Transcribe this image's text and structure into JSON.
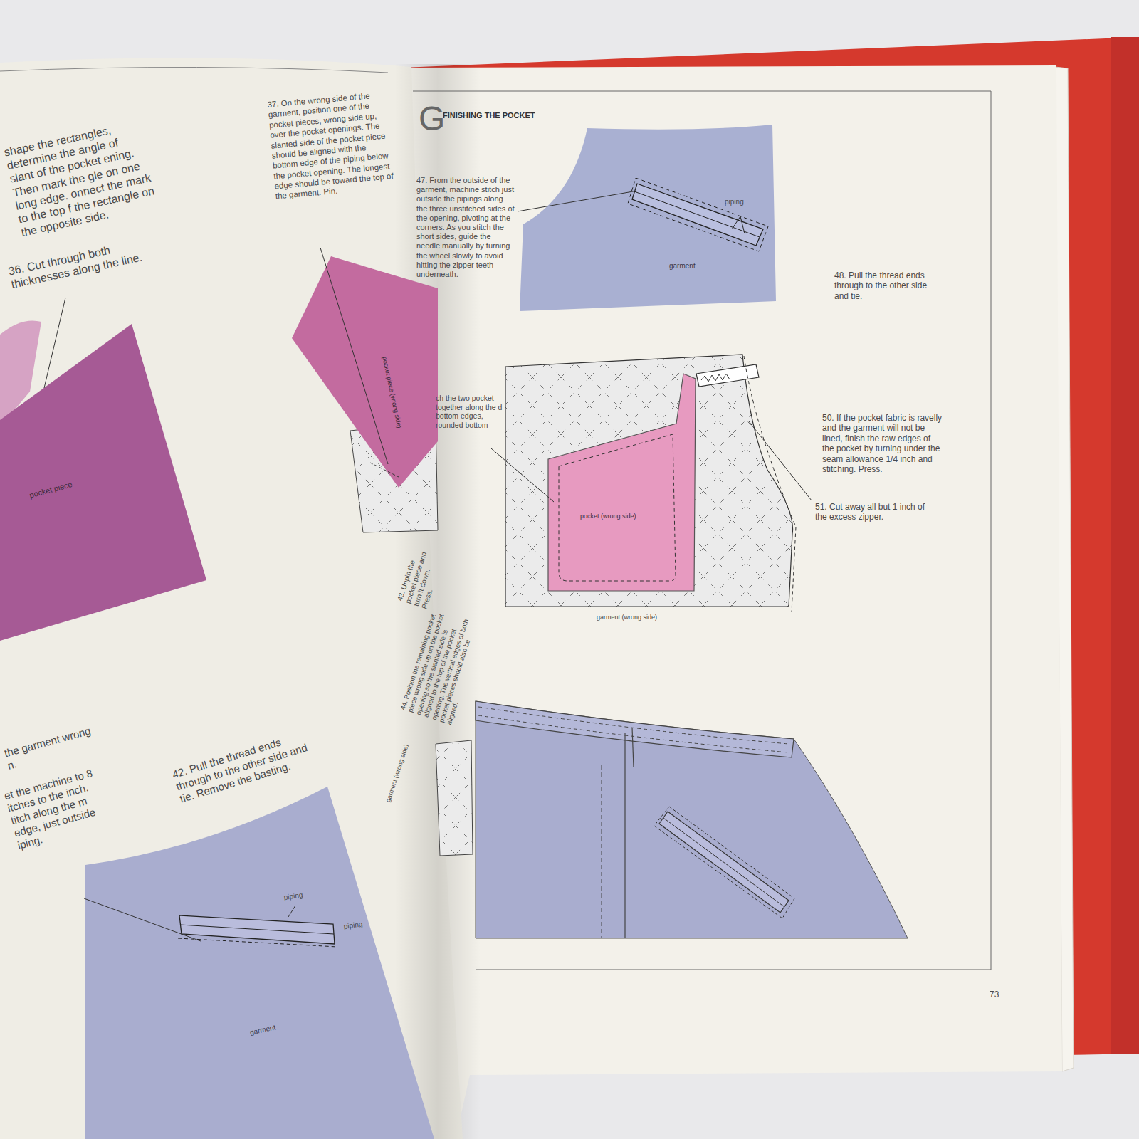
{
  "diagram": {
    "nodes": [
      {
        "text": [
          "pocket piece"
        ]
      },
      {
        "text": [
          "pocket piece (wrong side)"
        ]
      },
      {
        "text": [
          "garment"
        ]
      },
      {
        "text": [
          "garment"
        ]
      },
      {
        "text": [
          "garment (wrong side)"
        ]
      },
      {
        "text": [
          "pocket (wrong side)"
        ],
        "in": 4
      }
    ],
    "labels": [
      "shape the rectangles, determine the angle of slant of the pocket ening. Then mark the gle on one long edge. onnect the mark to the top f the rectangle on the opposite side.",
      "36. Cut through both thicknesses along the line.",
      "37. On the wrong side of the garment, position one of the pocket pieces, wrong side up, over the pocket openings. The slanted side of the pocket piece should be aligned with the bottom edge of the piping below the pocket opening. The longest edge should be toward the top of the garment. Pin.",
      "43. Unpin the pocket piece and turn it down. Press.",
      "44. Position the remaining pocket piece wrong side up on the pocket opening so the slanted side is aligned to the top of the pocket opening. The vertical edges of both pocket pieces should also be aligned.",
      "garment (wrong side)",
      "the garment wrong n.",
      "et the machine to 8 itches to the inch. titch along the m edge, just outside iping.",
      "42. Pull the thread ends through to the other side and tie. Remove the basting.",
      "piping",
      "piping",
      "G",
      "FINISHING THE POCKET",
      "47. From the outside of the garment, machine stitch just outside the pipings along the three unstitched sides of the opening, pivoting at the corners. As you stitch the short sides, guide the needle manually by turning the wheel slowly to avoid hitting the zipper teeth underneath.",
      "piping",
      "48. Pull the thread ends through to the other side and tie.",
      "ch the two pocket together along the d bottom edges, rounded bottom",
      "50. If the pocket fabric is ravelly and the garment will not be lined, finish the raw edges of the pocket by turning under the seam allowance 1/4 inch and stitching. Press.",
      "51. Cut away all but 1 inch of the excess zipper.",
      "73"
    ]
  }
}
